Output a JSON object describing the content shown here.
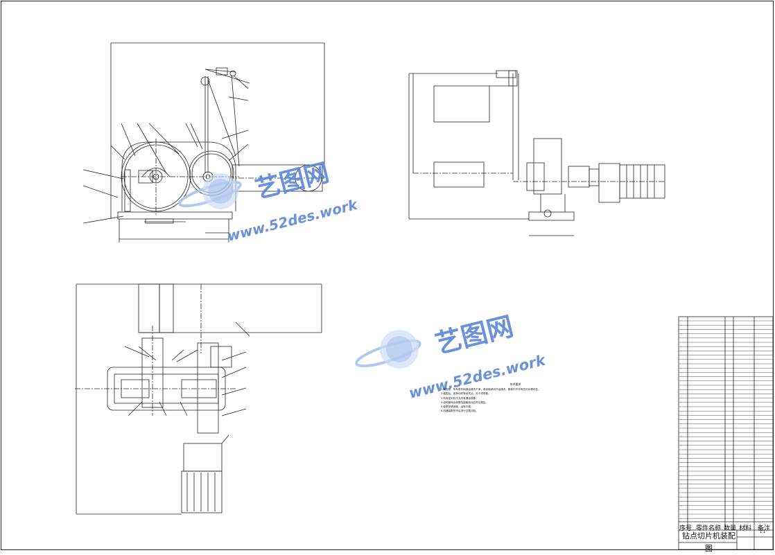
{
  "drawing": {
    "title": "钻点切片机装配图",
    "scale": "1:1",
    "table_headers": [
      "序号",
      "零件名称",
      "数量",
      "材料",
      "备注"
    ]
  },
  "tech_notes": {
    "title": "技术要求",
    "items": [
      "1.装配前，所有零件用煤油清洗干净，滚动轴承用汽油清洗，箱体内不许有任何杂物存在。",
      "2.装配后，各转动件转动灵活，无卡滞现象。",
      "3.所有密封处不允许有漏油现象。",
      "4.齿轮副啮合侧隙及接触斑点应符合规定。",
      "5.链条张紧适度，运转平稳。",
      "6.机器装配完毕后进行空载试验。"
    ]
  },
  "watermarks": [
    {
      "cn": "艺图网",
      "url": "www.52des.work"
    },
    {
      "cn": "艺图网",
      "url": "www.52des.work"
    }
  ],
  "colors": {
    "line": "#222222",
    "watermark": "#5a86d6",
    "watermark_light": "#a9c4ee"
  }
}
